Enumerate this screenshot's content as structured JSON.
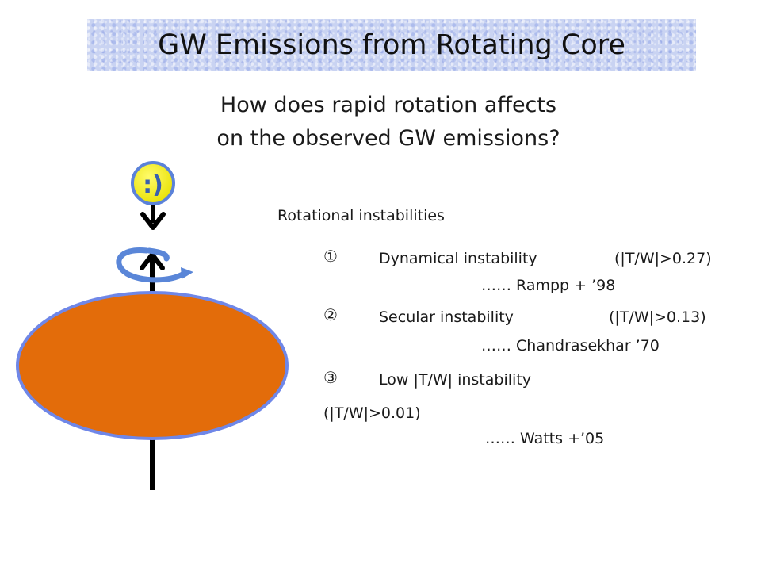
{
  "slide": {
    "title": "GW Emissions from Rotating Core",
    "question_lines": [
      "How does rapid rotation affects",
      "on the observed GW emissions?"
    ],
    "observer_face": ":)",
    "section_heading": "Rotational instabilities",
    "instabilities": [
      {
        "marker": "①",
        "name": "Dynamical instability",
        "condition": "(|T/W|>0.27)",
        "citation": "…… Rampp + ’98"
      },
      {
        "marker": "②",
        "name": "Secular instability",
        "condition": "(|T/W|>0.13)",
        "citation": "…… Chandrasekhar ’70"
      },
      {
        "marker": "③",
        "name": "Low |T/W| instability",
        "condition": "(|T/W|>0.01)",
        "citation": "…… Watts +’05"
      }
    ]
  },
  "colors": {
    "core_fill": "#e36c0a",
    "core_edge": "#6f87e8",
    "smiley_fill": "#f5f10f",
    "smiley_ring": "#5b82d9",
    "rotation_arrow": "#5a86d8",
    "banner": "#c9d3f2"
  }
}
